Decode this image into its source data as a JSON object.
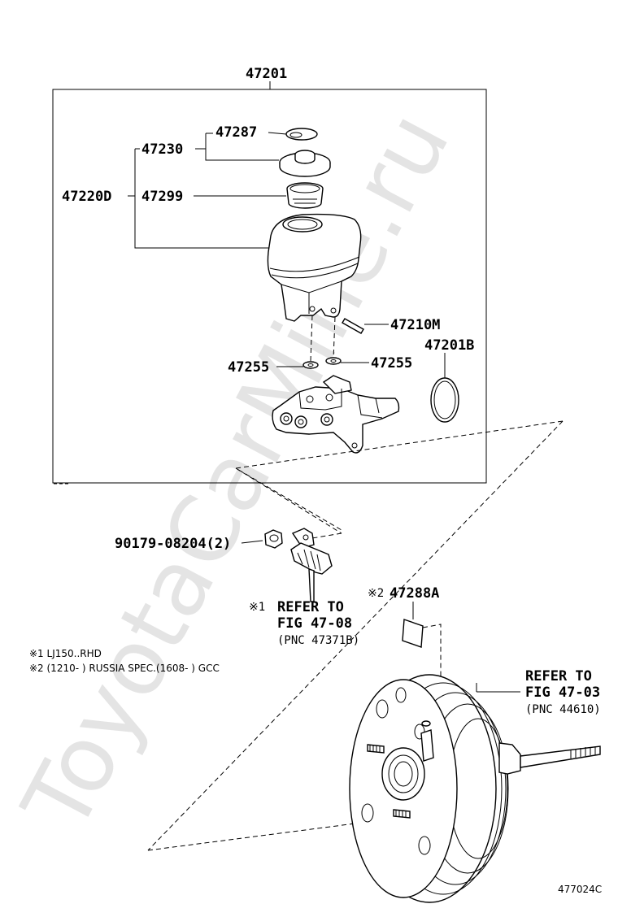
{
  "watermark": "ToyotaCarMine.ru",
  "diagram_code": "477024C",
  "labels": {
    "assembly": "47201",
    "cap_set": "47230",
    "gasket": "47287",
    "reservoir_set": "47220D",
    "strainer": "47299",
    "pin": "47210M",
    "grommet_left": "47255",
    "grommet_right": "47255",
    "o_ring": "47201B",
    "bolt": "90179-08204(2)",
    "label_part": "47288A"
  },
  "refs": {
    "sensor_mark": "※1",
    "sensor_line1": "REFER TO",
    "sensor_line2": "FIG 47-08",
    "sensor_line3": "(PNC 47371B)",
    "booster_line1": "REFER TO",
    "booster_line2": "FIG 47-03",
    "booster_line3": "(PNC 44610)",
    "label_mark": "※2"
  },
  "notes": {
    "note1": "※1 LJ150..RHD",
    "note2": "※2 (1210-        ) RUSSIA SPEC.(1608-        ) GCC"
  }
}
